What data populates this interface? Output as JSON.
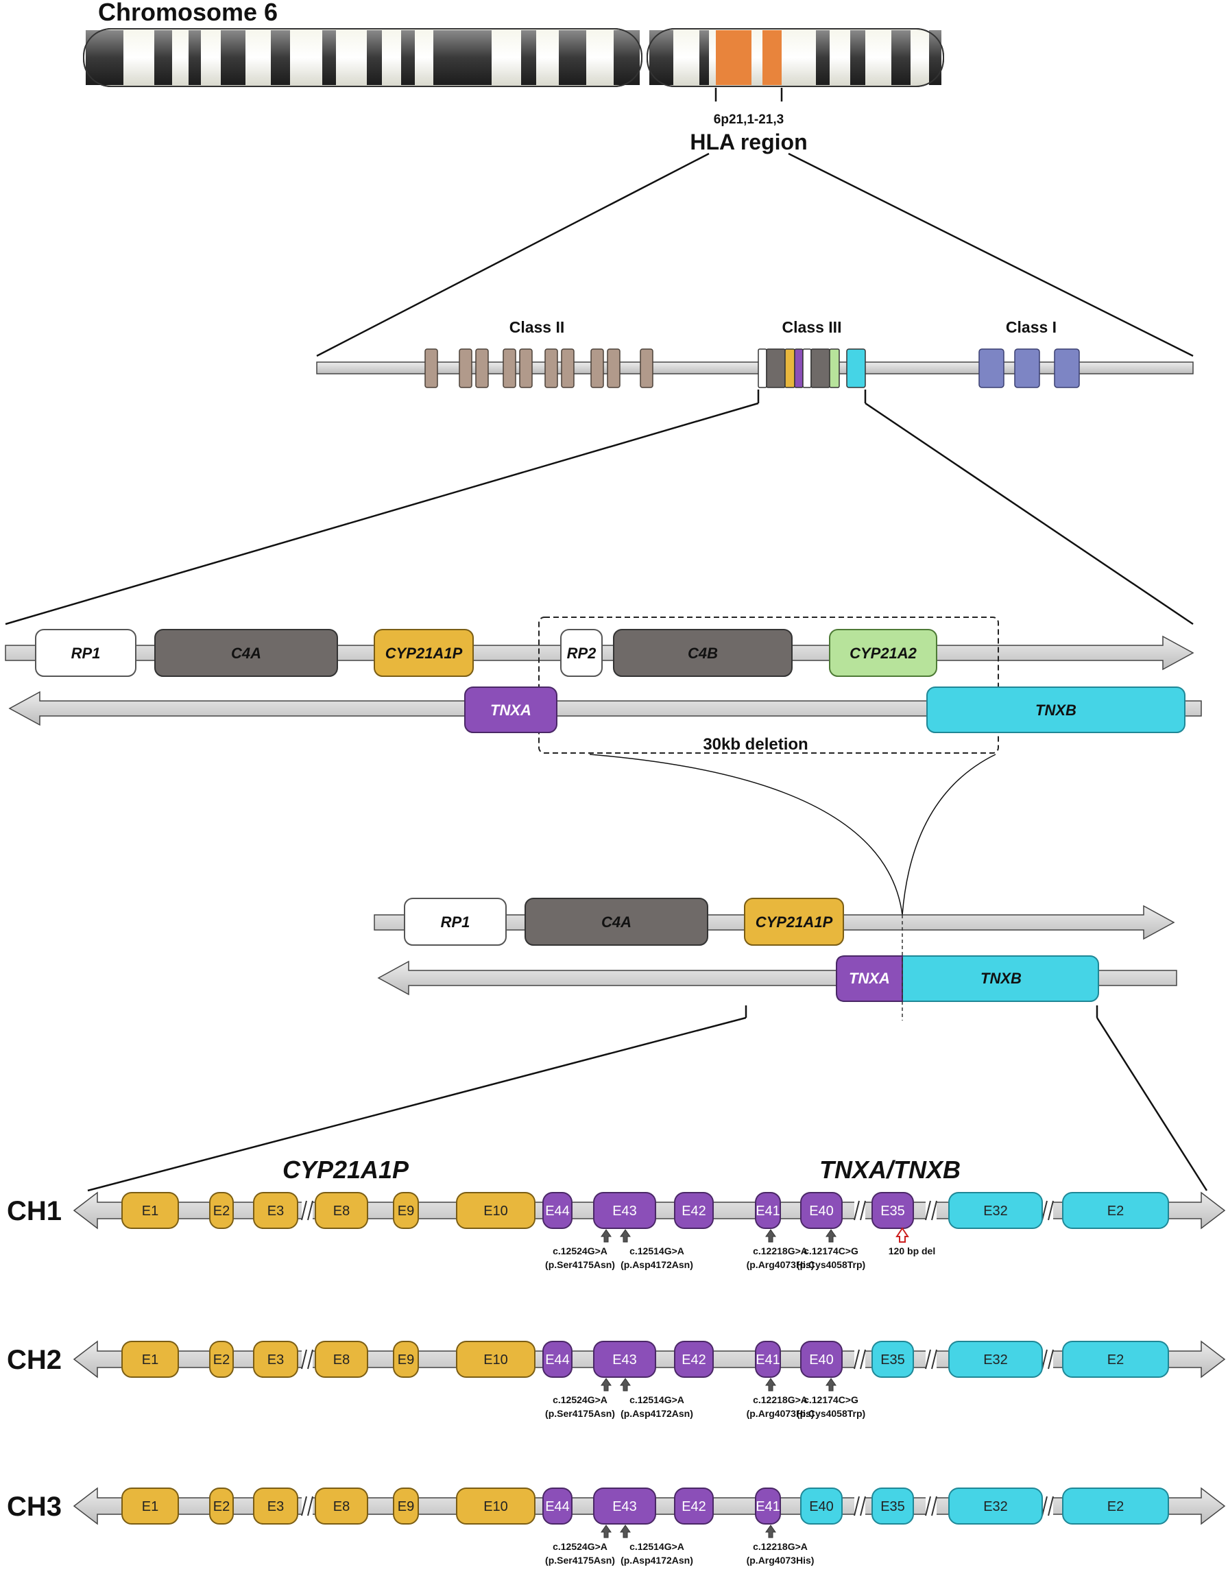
{
  "chromosome": {
    "title": "Chromosome 6",
    "cytoband": "6p21,1-21,3",
    "region_label": "HLA region"
  },
  "mhc": {
    "class_ii": "Class II",
    "class_iii": "Class III",
    "class_i": "Class I"
  },
  "locus": {
    "forward_genes": [
      "RP1",
      "C4A",
      "CYP21A1P",
      "RP2",
      "C4B",
      "CYP21A2"
    ],
    "reverse_genes": [
      "TNXA",
      "TNXB"
    ],
    "deletion_label": "30kb deletion"
  },
  "deleted_locus": {
    "forward_genes": [
      "RP1",
      "C4A",
      "CYP21A1P"
    ],
    "reverse_genes": [
      "TNXA",
      "TNXB"
    ]
  },
  "haplotypes": {
    "headers": [
      "CYP21A1P",
      "TNXA/TNXB"
    ],
    "rows": [
      {
        "label": "CH1",
        "exons": [
          "E1",
          "E2",
          "E3",
          "E8",
          "E9",
          "E10",
          "E44",
          "E43",
          "E42",
          "E41",
          "E40",
          "E35",
          "E32",
          "E2"
        ],
        "mutations": [
          {
            "line1": "c.12524G>A",
            "line2": "(p.Ser4175Asn)"
          },
          {
            "line1": "c.12514G>A",
            "line2": "(p.Asp4172Asn)"
          },
          {
            "line1": "c.12218G>A",
            "line2": "(p.Arg4073His)"
          },
          {
            "line1": "c.12174C>G",
            "line2": "(p.Cys4058Trp)"
          }
        ],
        "deletion_note": "120 bp del"
      },
      {
        "label": "CH2",
        "exons": [
          "E1",
          "E2",
          "E3",
          "E8",
          "E9",
          "E10",
          "E44",
          "E43",
          "E42",
          "E41",
          "E40",
          "E35",
          "E32",
          "E2"
        ],
        "mutations": [
          {
            "line1": "c.12524G>A",
            "line2": "(p.Ser4175Asn)"
          },
          {
            "line1": "c.12514G>A",
            "line2": "(p.Asp4172Asn)"
          },
          {
            "line1": "c.12218G>A",
            "line2": "(p.Arg4073His)"
          },
          {
            "line1": "c.12174C>G",
            "line2": "(p.Cys4058Trp)"
          }
        ]
      },
      {
        "label": "CH3",
        "exons": [
          "E1",
          "E2",
          "E3",
          "E8",
          "E9",
          "E10",
          "E44",
          "E43",
          "E42",
          "E41",
          "E40",
          "E35",
          "E32",
          "E2"
        ],
        "mutations": [
          {
            "line1": "c.12524G>A",
            "line2": "(p.Ser4175Asn)"
          },
          {
            "line1": "c.12514G>A",
            "line2": "(p.Asp4172Asn)"
          },
          {
            "line1": "c.12218G>A",
            "line2": "(p.Arg4073His)"
          }
        ]
      }
    ]
  },
  "colors": {
    "cyp21a1p": "#e8b73d",
    "cyp21a2": "#b7e39b",
    "tnxa": "#8b4fb8",
    "tnxb": "#45d4e6",
    "c4": "#6f6a68",
    "rp": "#ffffff",
    "class_ii": "#b19a8b",
    "class_i": "#7d85c4",
    "hla_band": "#e8843c",
    "deletion_marker": "#cc1f1f"
  }
}
